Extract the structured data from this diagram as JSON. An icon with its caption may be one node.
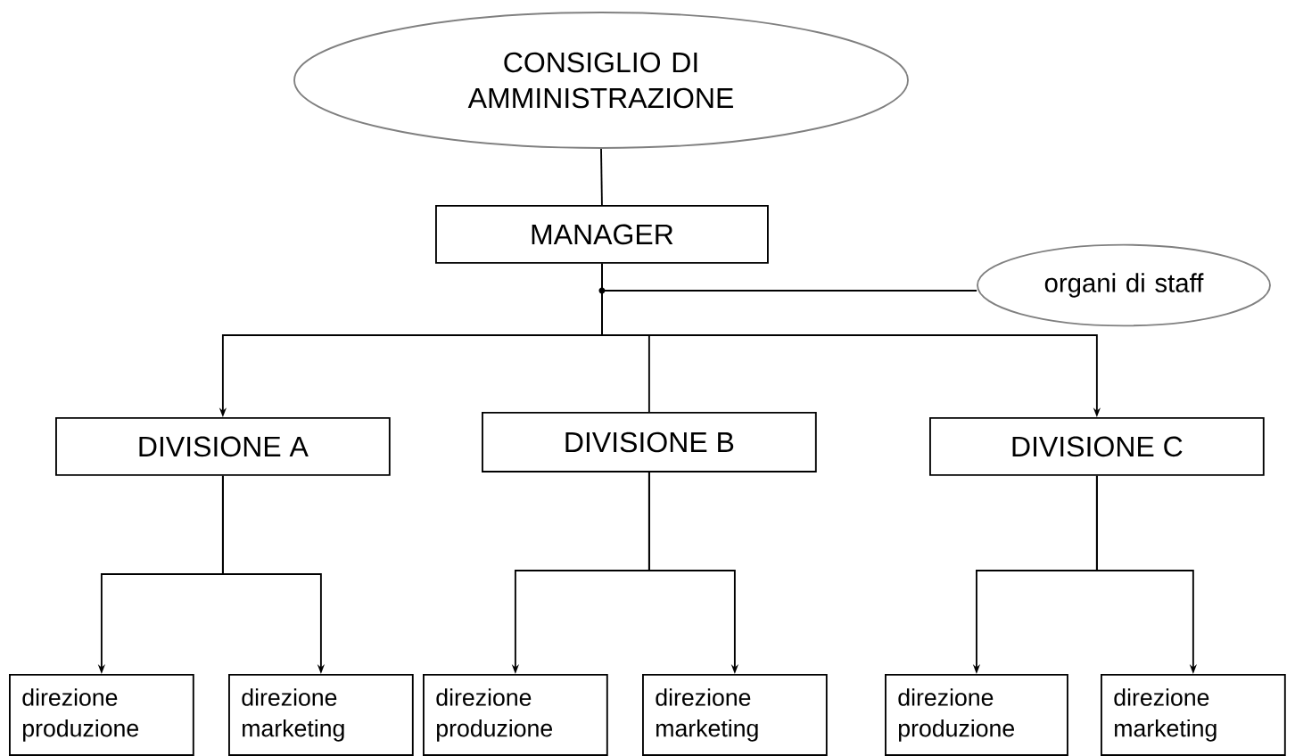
{
  "diagram": {
    "nodes": [
      {
        "text": [
          "CONSIGLIO DI AMMINISTRAZIONE"
        ]
      },
      {
        "text": [
          "MANAGER"
        ]
      },
      {
        "text": [
          "organi di staff"
        ]
      },
      {
        "text": [
          "DIVISIONE A"
        ]
      },
      {
        "text": [
          "DIVISIONE B"
        ]
      },
      {
        "text": [
          "DIVISIONE C"
        ]
      },
      {
        "text": [
          "direzione produzione"
        ]
      },
      {
        "text": [
          "direzione marketing"
        ]
      },
      {
        "text": [
          "direzione produzione"
        ]
      },
      {
        "text": [
          "direzione marketing"
        ]
      },
      {
        "text": [
          "direzione produzione"
        ]
      },
      {
        "text": [
          "direzione marketing"
        ]
      }
    ],
    "edges": [
      {
        "from": 0,
        "to": 1,
        "arrow": "none"
      },
      {
        "from": 1,
        "to": 2,
        "arrow": "none"
      },
      {
        "from": 1,
        "to": 3,
        "arrow": "to"
      },
      {
        "from": 1,
        "to": 4,
        "arrow": "none"
      },
      {
        "from": 1,
        "to": 5,
        "arrow": "to"
      },
      {
        "from": 3,
        "to": 6,
        "arrow": "to"
      },
      {
        "from": 3,
        "to": 7,
        "arrow": "to"
      },
      {
        "from": 4,
        "to": 8,
        "arrow": "to"
      },
      {
        "from": 4,
        "to": 9,
        "arrow": "to"
      },
      {
        "from": 5,
        "to": 10,
        "arrow": "to"
      },
      {
        "from": 5,
        "to": 11,
        "arrow": "to"
      }
    ]
  }
}
